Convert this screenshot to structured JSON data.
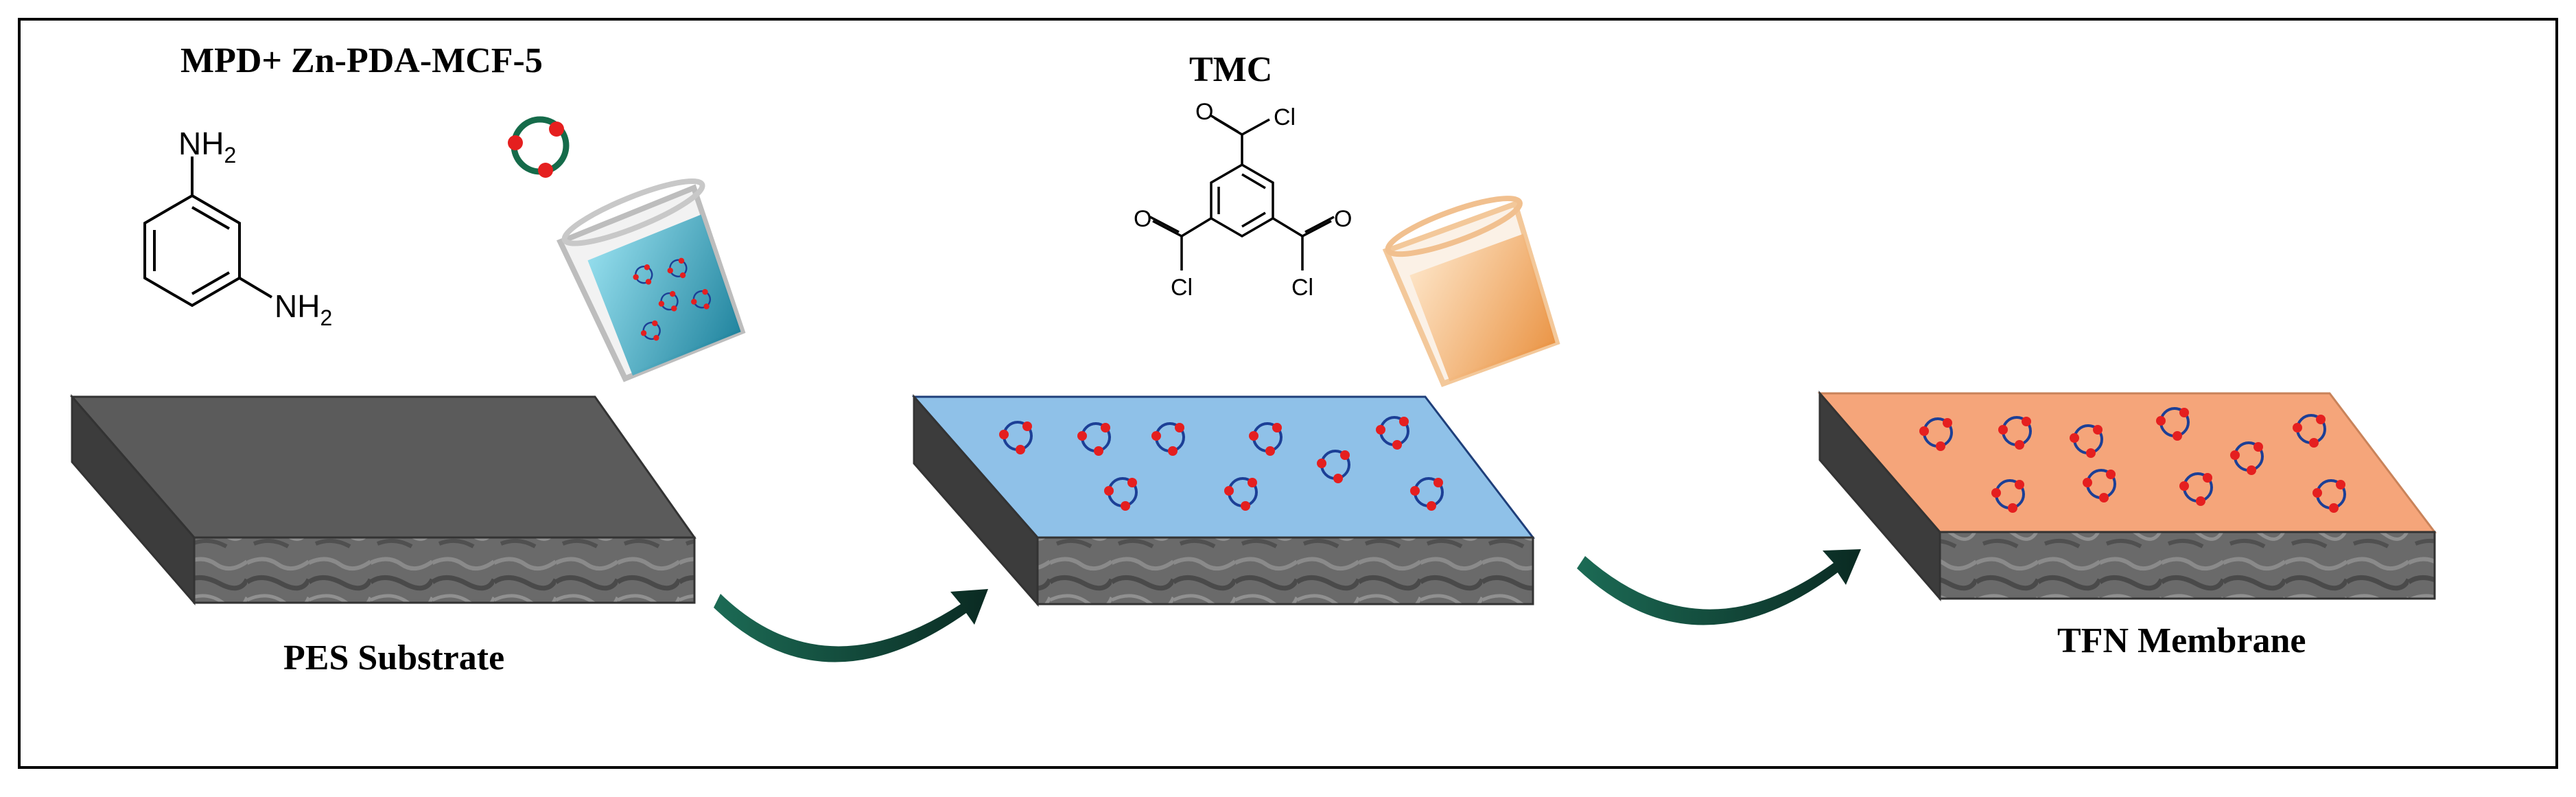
{
  "labels": {
    "top_left": "MPD+ Zn-PDA-MCF-5",
    "top_middle": "TMC",
    "substrate": "PES Substrate",
    "membrane": "TFN Membrane"
  },
  "chem": {
    "nh2": "NH",
    "sub2": "2",
    "cl": "Cl"
  },
  "colors": {
    "substrate_top": "#5b5b5b",
    "aqueous_layer": "#8fc1e8",
    "polyamide_layer": "#f5a57a",
    "particle_ring_blue": "#1c3f96",
    "particle_ring_green": "#156b4a",
    "particle_dot": "#e51f1f",
    "beaker_aqueous": "#1e98b4",
    "beaker_organic": "#efa35a",
    "arrow": "#0f3b30"
  },
  "icons": [
    "aqueous-beaker-icon",
    "organic-beaker-icon",
    "nanoparticle-icon",
    "process-arrow-icon"
  ]
}
